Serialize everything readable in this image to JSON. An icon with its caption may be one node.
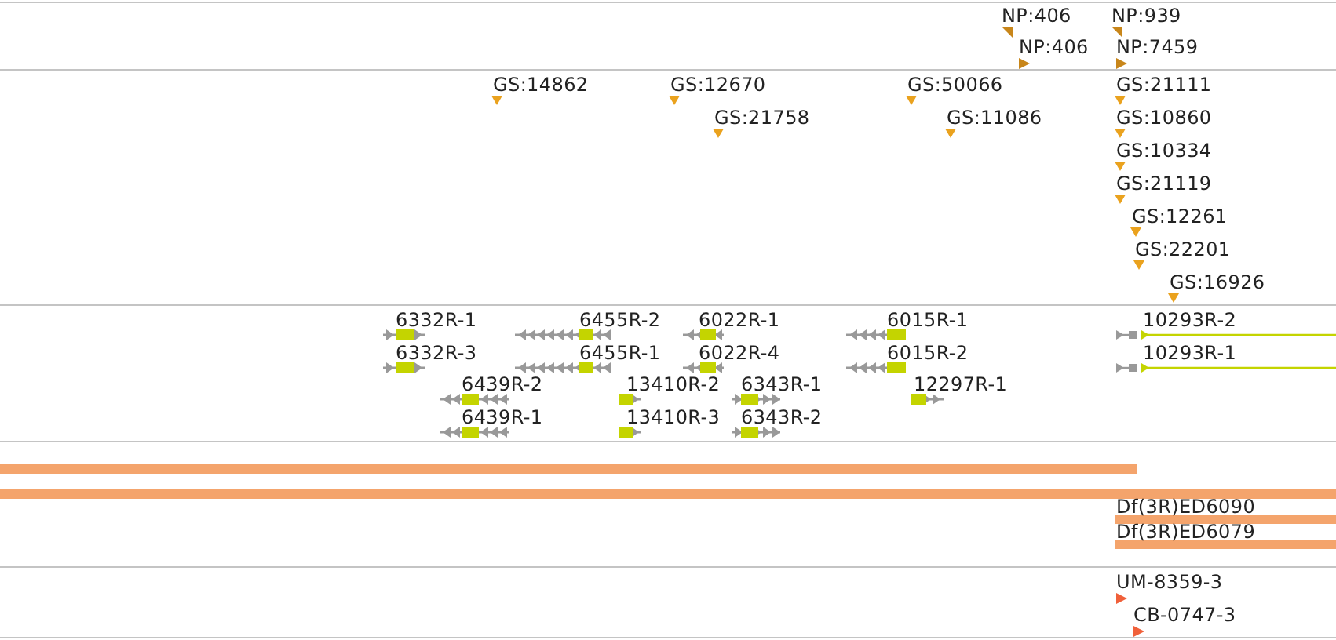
{
  "diagram": {
    "labels": [
      "NP:406",
      "NP:939",
      "NP:406",
      "NP:7459",
      "GS:14862",
      "GS:12670",
      "GS:50066",
      "GS:21111",
      "GS:21758",
      "GS:11086",
      "GS:10860",
      "GS:10334",
      "GS:21119",
      "GS:12261",
      "GS:22201",
      "GS:16926",
      "6332R-1",
      "6455R-2",
      "6022R-1",
      "6015R-1",
      "10293R-2",
      "6332R-3",
      "6455R-1",
      "6022R-4",
      "6015R-2",
      "10293R-1",
      "6439R-2",
      "13410R-2",
      "6343R-1",
      "12297R-1",
      "6439R-1",
      "13410R-3",
      "6343R-2",
      "Df(3R)ED6090",
      "Df(3R)ED6079",
      "UM-8359-3",
      "CB-0747-3"
    ]
  }
}
